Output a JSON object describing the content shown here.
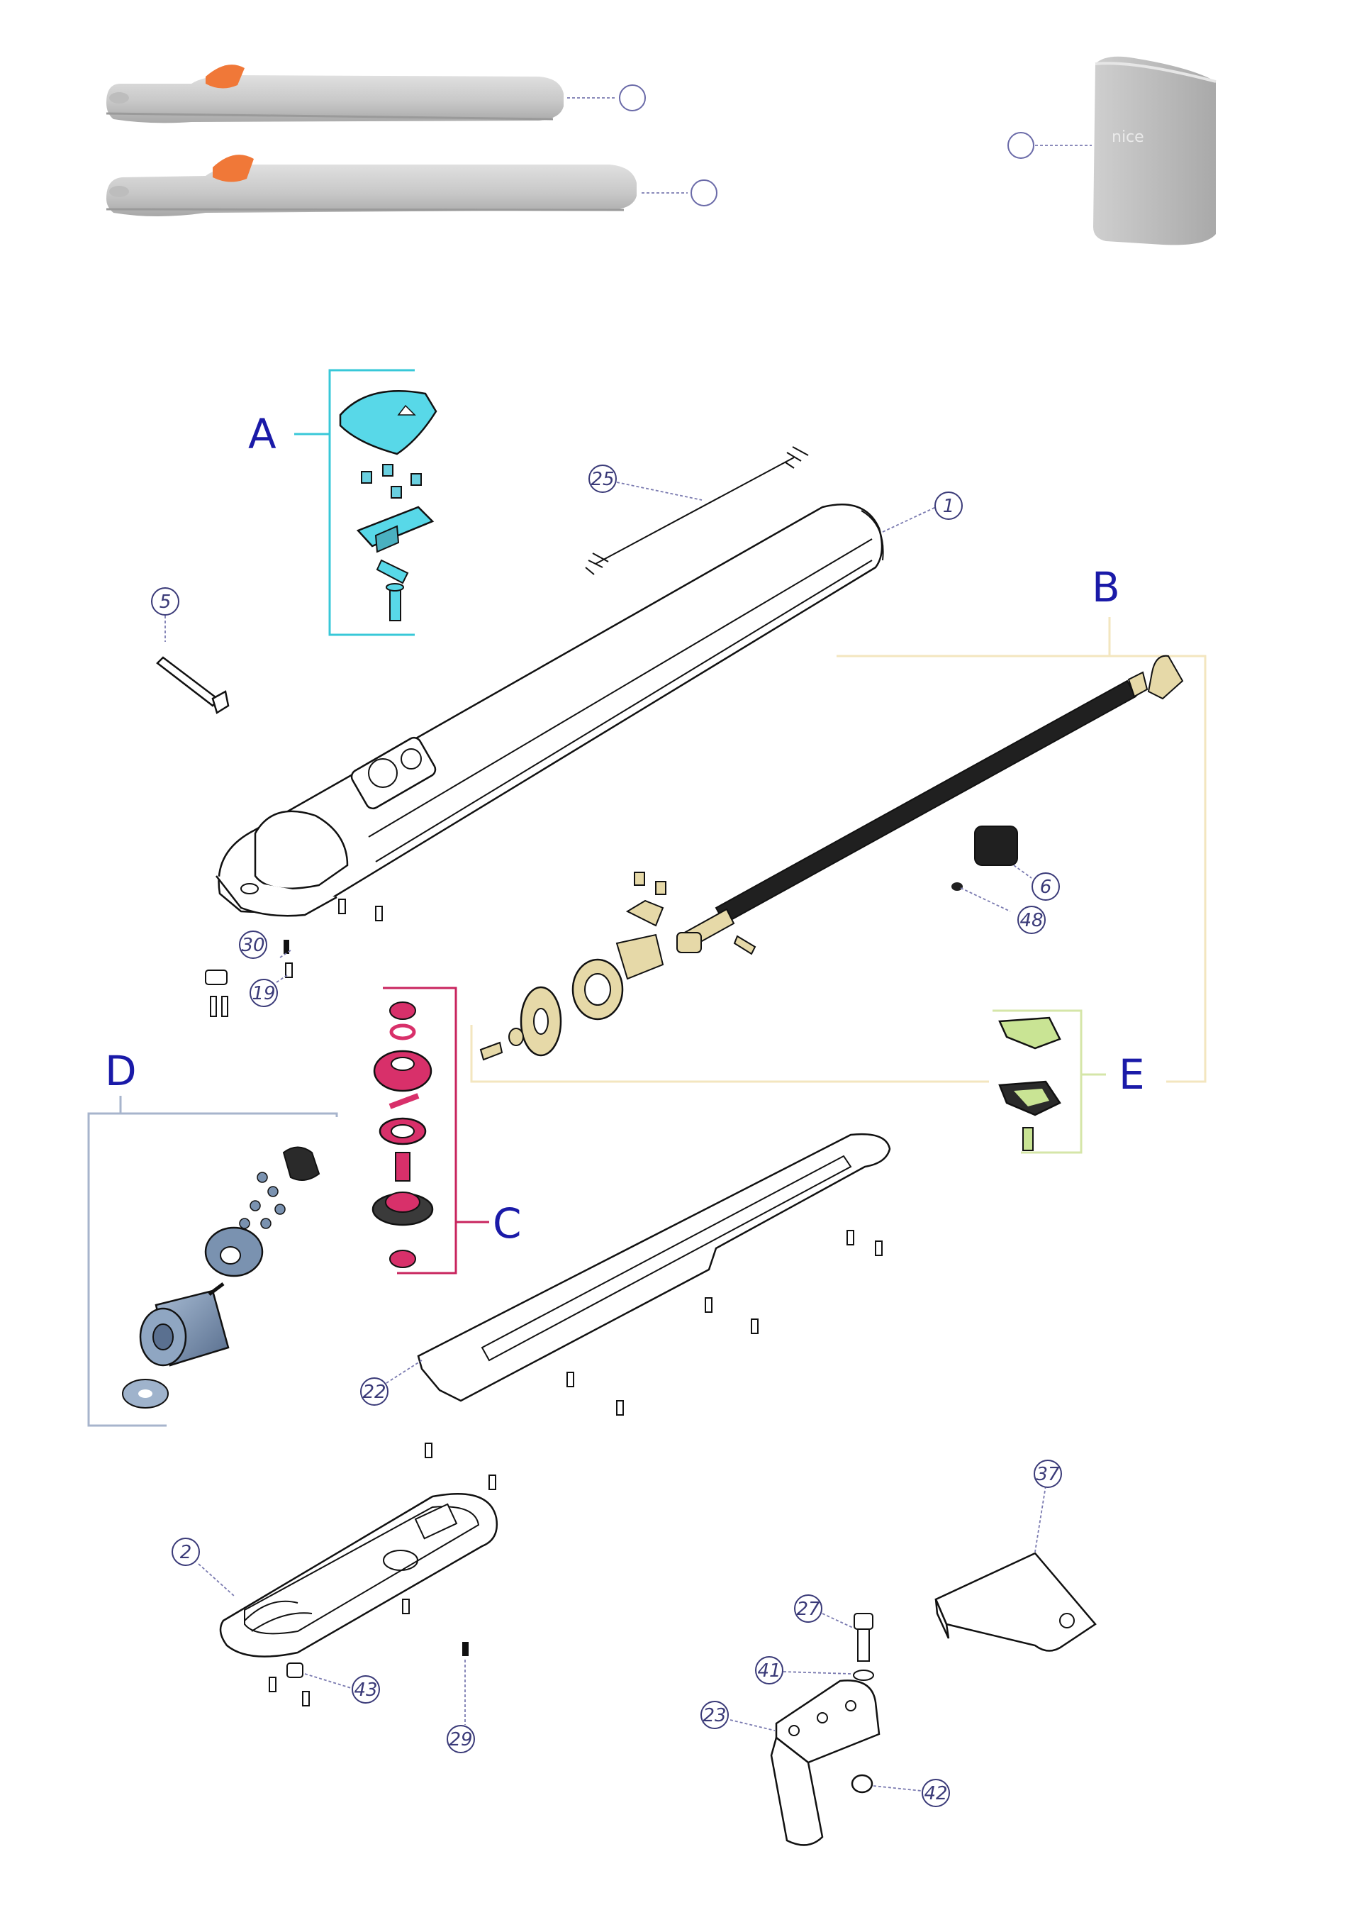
{
  "callouts": [
    {
      "id": "1",
      "text": "1"
    },
    {
      "id": "2",
      "text": "2"
    },
    {
      "id": "5",
      "text": "5"
    },
    {
      "id": "6",
      "text": "6"
    },
    {
      "id": "19",
      "text": "19"
    },
    {
      "id": "22",
      "text": "22"
    },
    {
      "id": "23",
      "text": "23"
    },
    {
      "id": "25",
      "text": "25"
    },
    {
      "id": "27",
      "text": "27"
    },
    {
      "id": "29",
      "text": "29"
    },
    {
      "id": "30",
      "text": "30"
    },
    {
      "id": "37",
      "text": "37"
    },
    {
      "id": "41",
      "text": "41"
    },
    {
      "id": "42",
      "text": "42"
    },
    {
      "id": "43",
      "text": "43"
    },
    {
      "id": "48",
      "text": "48"
    }
  ],
  "groups": {
    "A": {
      "label": "A",
      "color": "#38c8d8"
    },
    "B": {
      "label": "B",
      "color": "#f3e6bf"
    },
    "C": {
      "label": "C",
      "color": "#c8245e"
    },
    "D": {
      "label": "D",
      "color": "#a7b4cc"
    },
    "E": {
      "label": "E",
      "color": "#d5e6a8"
    }
  },
  "colors": {
    "housing": "#cfcfcf",
    "accent_orange": "#f07838",
    "callout_ink": "#3a3a78",
    "letter_ink": "#1a1aa8",
    "cyan_part": "#58d8e8",
    "magenta_part": "#d8306a",
    "steel_blue_part": "#7a92b0",
    "lime_part": "#c9e494",
    "gold_part": "#e6d9a8"
  }
}
